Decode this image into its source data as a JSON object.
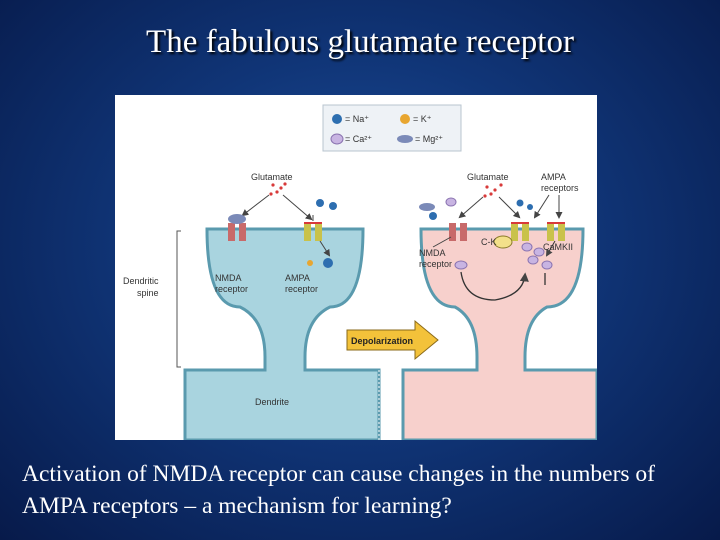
{
  "slide": {
    "title": "The fabulous glutamate receptor",
    "caption": "Activation of NMDA receptor can cause changes in the numbers of AMPA receptors – a mechanism for learning?"
  },
  "figure": {
    "legend": {
      "na": "= Na⁺",
      "k": "= K⁺",
      "ca": "= Ca²⁺",
      "mg": "= Mg²⁺"
    },
    "left": {
      "glutamate": "Glutamate",
      "nmda_line1": "NMDA",
      "nmda_line2": "receptor",
      "ampa_line1": "AMPA",
      "ampa_line2": "receptor",
      "spine_line1": "Dendritic",
      "spine_line2": "spine",
      "dendrite": "Dendrite"
    },
    "right": {
      "glutamate": "Glutamate",
      "ampa_line1": "AMPA",
      "ampa_line2": "receptors",
      "ck": "C-K",
      "camkii": "CaMKII",
      "nmda_line1": "NMDA",
      "nmda_line2": "receptor"
    },
    "arrow_label": "Depolarization",
    "colors": {
      "left_cell": "#a9d4df",
      "right_cell": "#f7d0cc",
      "outline": "#5a9aae",
      "na": "#2d6eb0",
      "k": "#e8a630",
      "ca": "#c8b4e2",
      "mg": "#7b8ab8",
      "nmda": "#c86a6a",
      "ampa": "#c9c24a",
      "glutamate_dots": "#d83a3a",
      "arrow": "#f3c23a"
    }
  }
}
